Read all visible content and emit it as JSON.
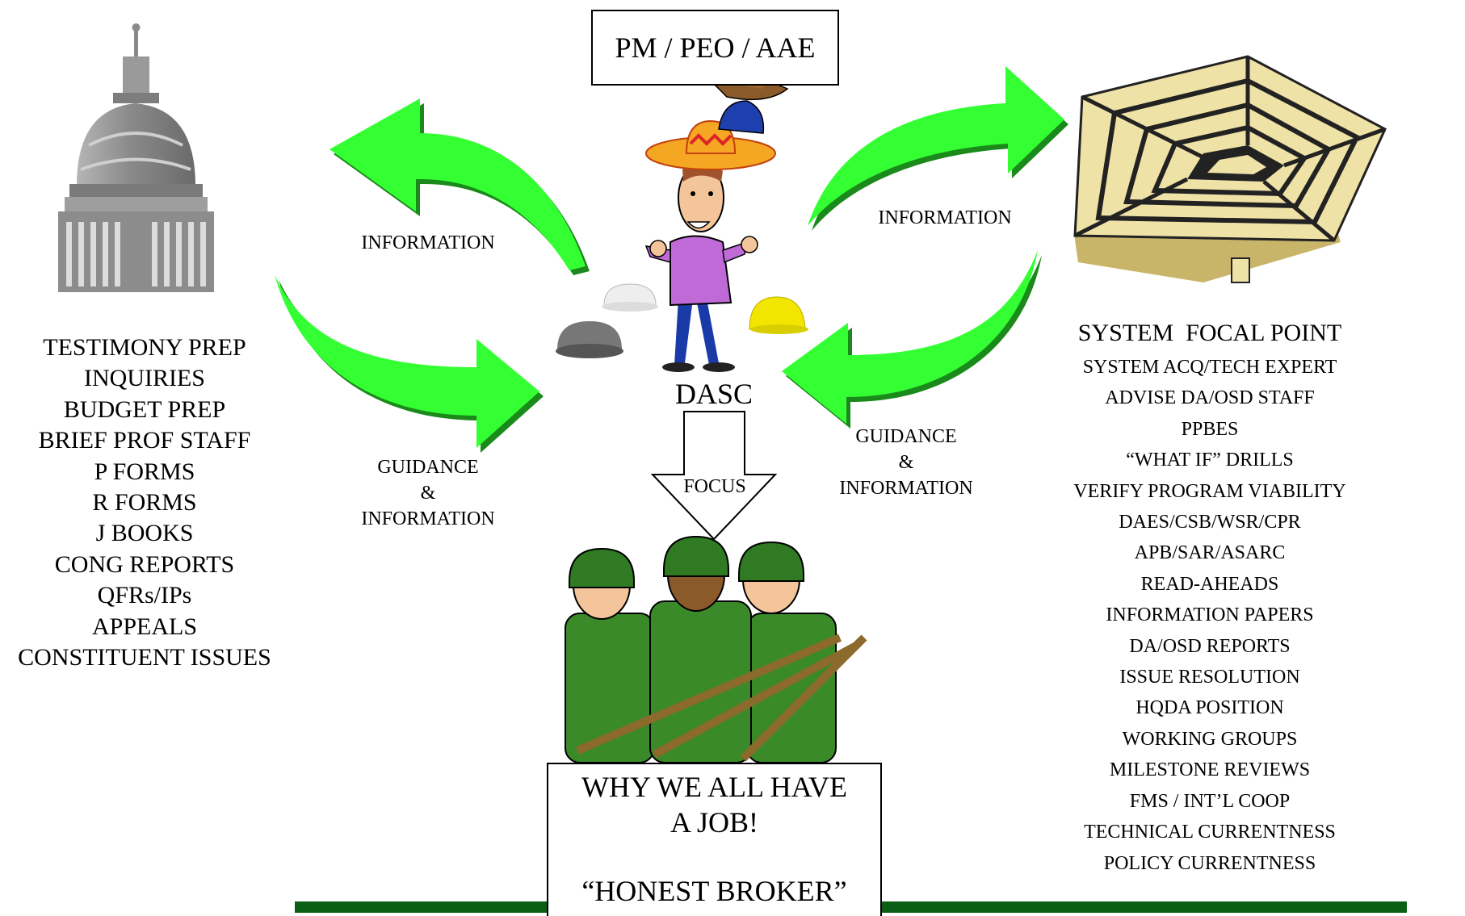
{
  "top_box": {
    "label": "PM / PEO / AAE"
  },
  "center": {
    "label": "DASC",
    "focus_label": "FOCUS"
  },
  "arrows": {
    "upper_left": "INFORMATION",
    "upper_right": "INFORMATION",
    "lower_left": [
      "GUIDANCE",
      "&",
      "INFORMATION"
    ],
    "lower_right": [
      "GUIDANCE",
      "&",
      "INFORMATION"
    ]
  },
  "left_list": [
    "TESTIMONY PREP",
    "INQUIRIES",
    "BUDGET PREP",
    "BRIEF PROF STAFF",
    "P FORMS",
    "R FORMS",
    "J BOOKS",
    "CONG REPORTS",
    "QFRs/IPs",
    "APPEALS",
    "CONSTITUENT ISSUES"
  ],
  "right_heading": "SYSTEM  FOCAL POINT",
  "right_list": [
    "SYSTEM ACQ/TECH EXPERT",
    "ADVISE DA/OSD STAFF",
    "PPBES",
    "“WHAT IF” DRILLS",
    "VERIFY PROGRAM VIABILITY",
    "DAES/CSB/WSR/CPR",
    "APB/SAR/ASARC",
    "READ-AHEADS",
    "INFORMATION PAPERS",
    "DA/OSD REPORTS",
    "ISSUE RESOLUTION",
    "HQDA POSITION",
    "WORKING GROUPS",
    "MILESTONE REVIEWS",
    "FMS / INT’L COOP",
    "TECHNICAL CURRENTNESS",
    "POLICY CURRENTNESS"
  ],
  "bottom_box": {
    "line1": "WHY WE ALL HAVE",
    "line2": "A JOB!",
    "line3": "“HONEST BROKER”"
  },
  "colors": {
    "arrow": "#33ff33",
    "arrow_shadow": "#1a8a1a",
    "bar": "#0b5f14",
    "soldier": "#3a8a2a",
    "pentagon": "#efe2a6"
  },
  "icons": [
    "capitol-icon",
    "pentagon-icon",
    "person-with-hats-icon",
    "soldiers-icon",
    "hat-icon"
  ]
}
